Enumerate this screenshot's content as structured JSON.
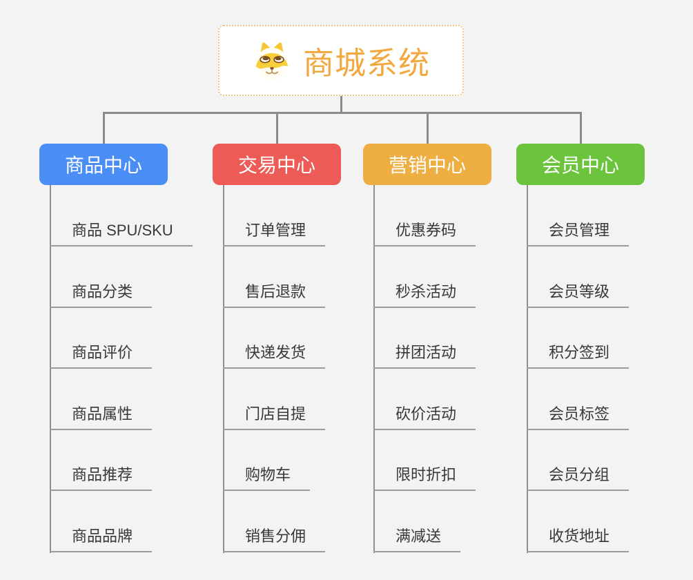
{
  "page": {
    "background_color": "#f3f3f3",
    "connector_color": "#8b8b8b"
  },
  "root": {
    "title": "商城系统",
    "title_color": "#f1a83e",
    "border_color": "#f2c57e",
    "icon": "doge-icon"
  },
  "branches": [
    {
      "label": "商品中心",
      "color": "#4a8df5",
      "children": [
        "商品 SPU/SKU",
        "商品分类",
        "商品评价",
        "商品属性",
        "商品推荐",
        "商品品牌"
      ]
    },
    {
      "label": "交易中心",
      "color": "#ec5b55",
      "children": [
        "订单管理",
        "售后退款",
        "快递发货",
        "门店自提",
        "购物车",
        "销售分佣"
      ]
    },
    {
      "label": "营销中心",
      "color": "#efae42",
      "children": [
        "优惠券码",
        "秒杀活动",
        "拼团活动",
        "砍价活动",
        "限时折扣",
        "满减送"
      ]
    },
    {
      "label": "会员中心",
      "color": "#6cc43c",
      "children": [
        "会员管理",
        "会员等级",
        "积分签到",
        "会员标签",
        "会员分组",
        "收货地址"
      ]
    }
  ]
}
